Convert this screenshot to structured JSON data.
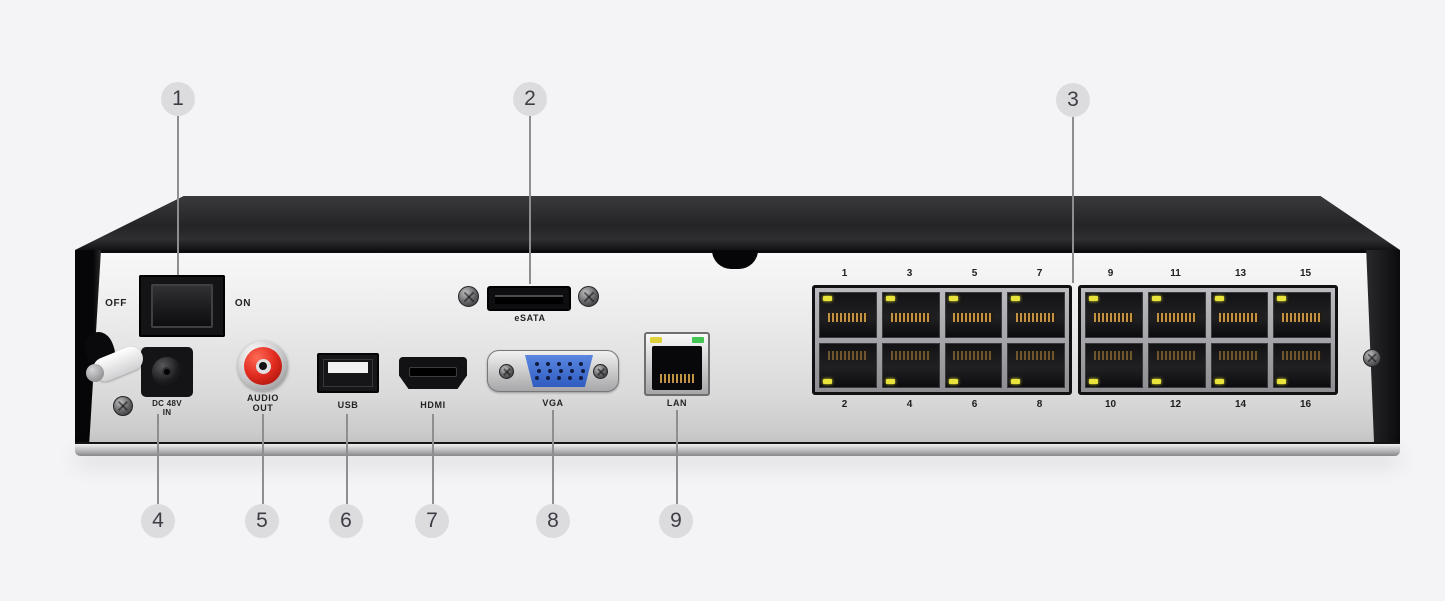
{
  "callouts": {
    "top": [
      {
        "number": "1",
        "target": "power-switch"
      },
      {
        "number": "2",
        "target": "esata-port"
      },
      {
        "number": "3",
        "target": "poe-ports"
      }
    ],
    "bottom": [
      {
        "number": "4",
        "target": "dc-power-in"
      },
      {
        "number": "5",
        "target": "audio-out"
      },
      {
        "number": "6",
        "target": "usb-port"
      },
      {
        "number": "7",
        "target": "hdmi-port"
      },
      {
        "number": "8",
        "target": "vga-port"
      },
      {
        "number": "9",
        "target": "lan-port"
      }
    ]
  },
  "panel_labels": {
    "power_off": "OFF",
    "power_on": "ON",
    "esata": "eSATA",
    "dc_line1": "DC 48V",
    "dc_line2": "IN",
    "audio_line1": "AUDIO",
    "audio_line2": "OUT",
    "usb": "USB",
    "hdmi": "HDMI",
    "vga": "VGA",
    "lan": "LAN"
  },
  "poe": {
    "top_numbers": [
      "1",
      "3",
      "5",
      "7",
      "9",
      "11",
      "13",
      "15"
    ],
    "bottom_numbers": [
      "2",
      "4",
      "6",
      "8",
      "10",
      "12",
      "14",
      "16"
    ]
  },
  "colors": {
    "background": "#f4f4f6",
    "callout_circle": "#dcdcde",
    "callout_number": "#3d3d45",
    "callout_line": "#8e8e90",
    "poe_led_yellow": "#e8e43c",
    "lan_led_yellow": "#ddd23a",
    "lan_led_green": "#43c553",
    "rca_red": "#e02a1e",
    "vga_blue": "#3f6fd3"
  }
}
